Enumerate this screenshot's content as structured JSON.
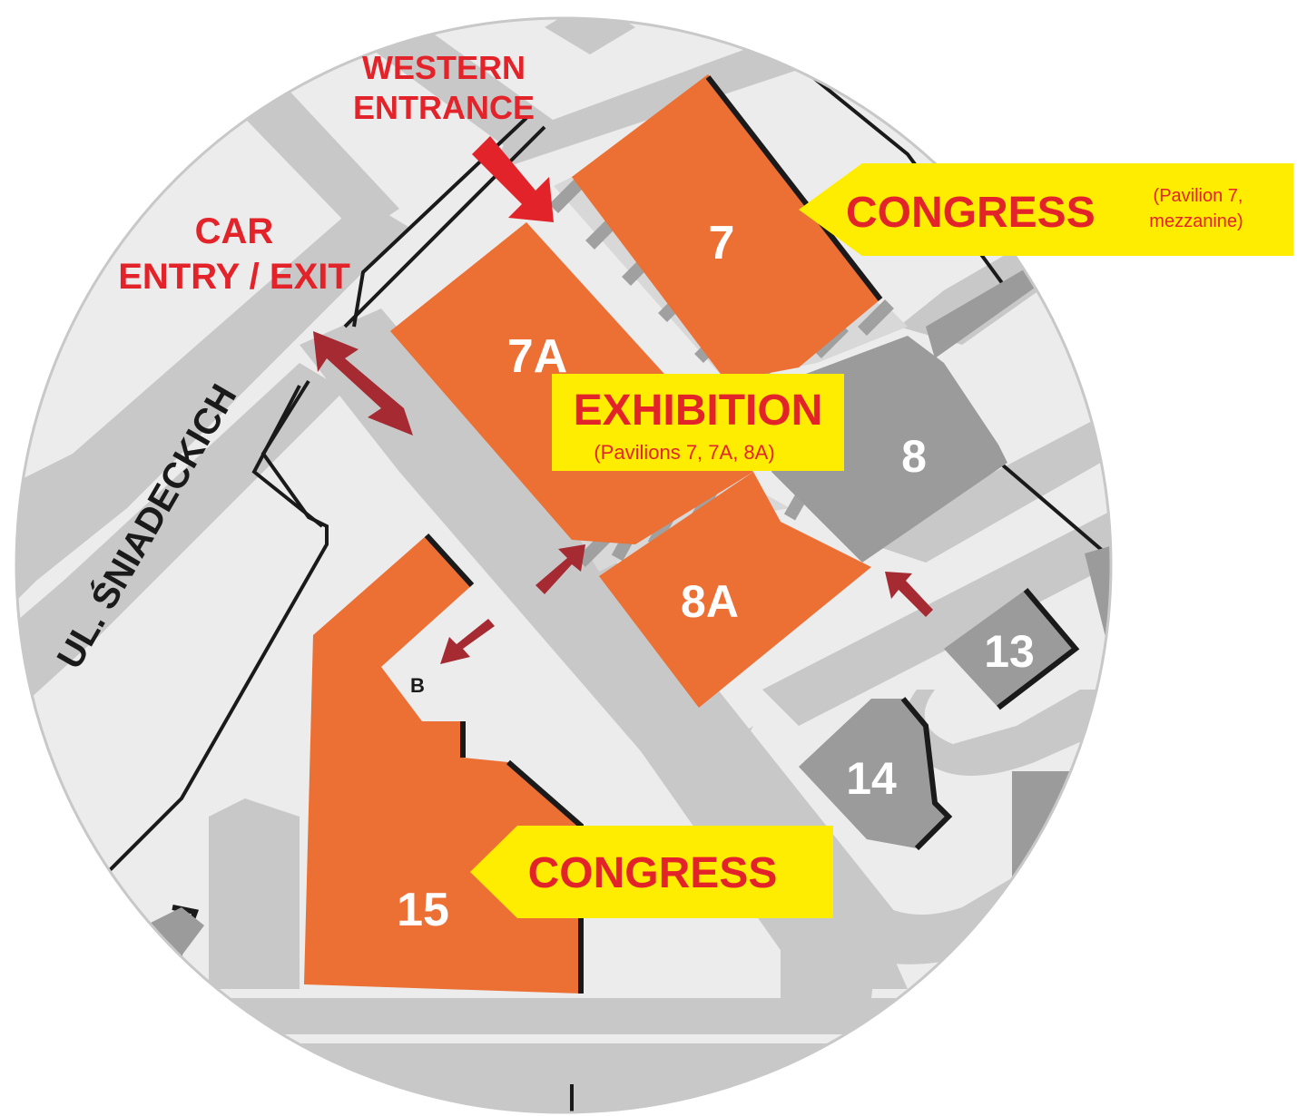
{
  "colors": {
    "road": "#c8c8c8",
    "background": "#ececec",
    "pavilion_highlight": "#ec6f33",
    "pavilion_other": "#9b9b9b",
    "callout": "#ffed00",
    "red_text": "#e3232a",
    "arrow_dark": "#a62a32",
    "arrow_bright": "#e3232a"
  },
  "labels": {
    "western_entrance_line1": "WESTERN",
    "western_entrance_line2": "ENTRANCE",
    "car_line1": "CAR",
    "car_line2": "ENTRY / EXIT",
    "street": "UL. ŚNIADECKICH",
    "congress_top": "CONGRESS",
    "congress_top_note_line1": "(Pavilion 7,",
    "congress_top_note_line2": "mezzanine)",
    "exhibition": "EXHIBITION",
    "exhibition_note": "(Pavilions 7, 7A, 8A)",
    "congress_bottom": "CONGRESS",
    "entrance_b": "B"
  },
  "pavilions": {
    "p7": "7",
    "p7a": "7A",
    "p8": "8",
    "p8a": "8A",
    "p13": "13",
    "p14": "14",
    "p15": "15"
  },
  "icons": [
    "double-arrow-icon",
    "arrow-icon"
  ]
}
